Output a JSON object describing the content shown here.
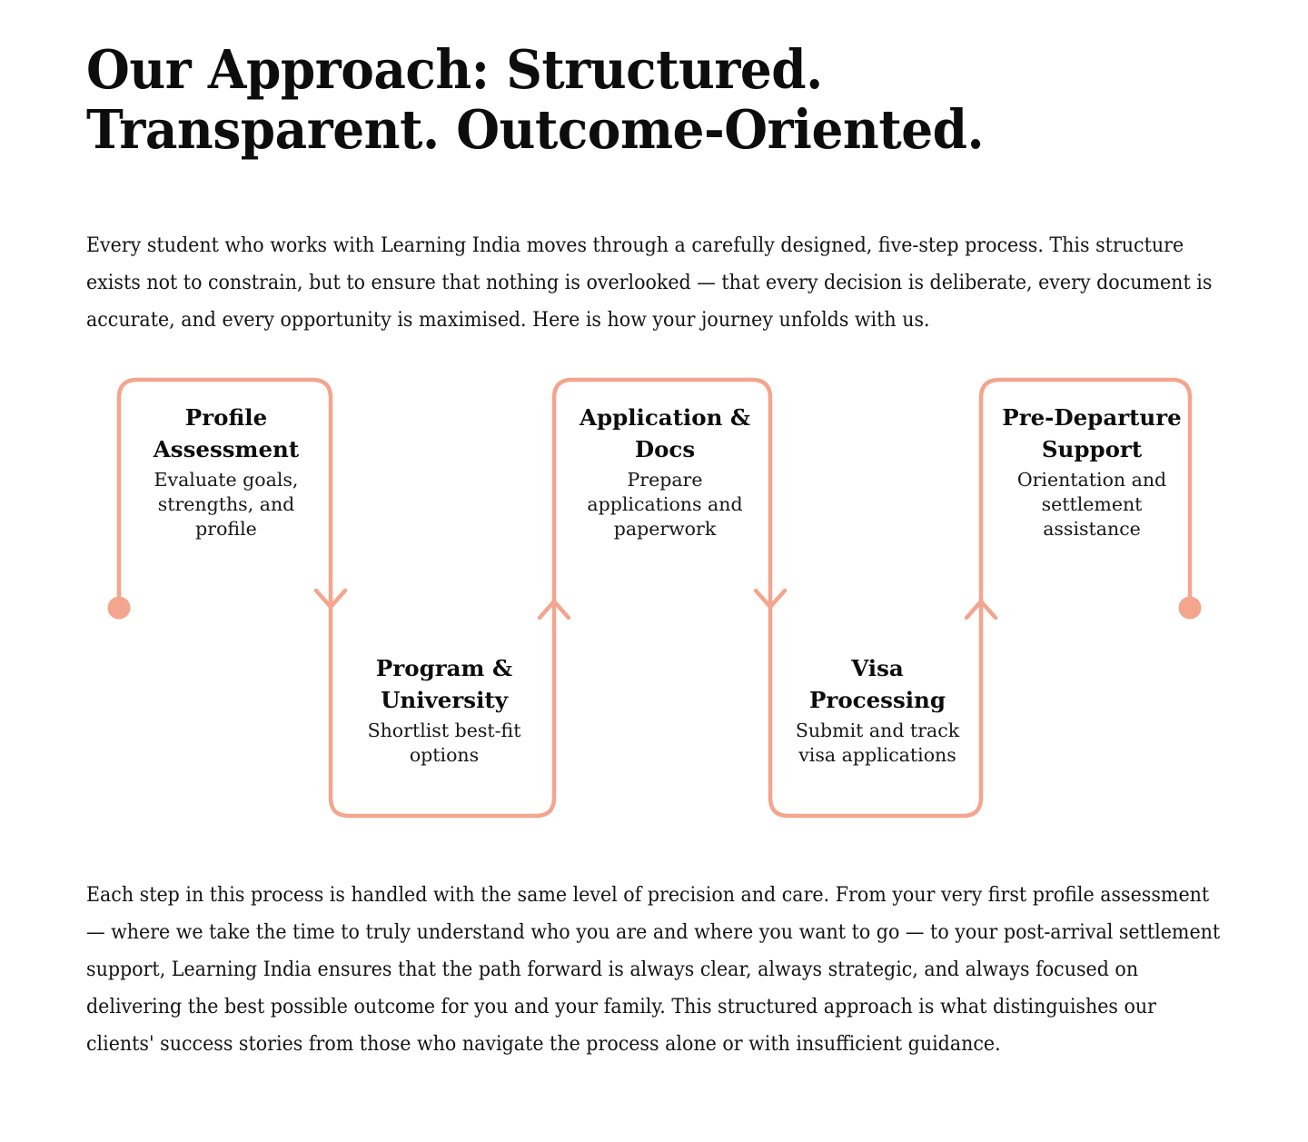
{
  "page": {
    "title": "Our Approach: Structured. Transparent. Outcome-Oriented.",
    "intro_paragraph": "Every student who works with Learning India moves through a carefully designed, five-step process. This structure exists not to constrain, but to ensure that nothing is overlooked — that every decision is deliberate, every document is accurate, and every opportunity is maximised. Here is how your journey unfolds with us.",
    "closing_paragraph": "Each step in this process is handled with the same level of precision and care. From your very first profile assessment — where we take the time to truly understand who you are and where you want to go — to your post-arrival settlement support, Learning India ensures that the path forward is always clear, always strategic, and always focused on delivering the best possible outcome for you and your family. This structured approach is what distinguishes our clients' success stories from those who navigate the process alone or with insufficient guidance."
  },
  "colors": {
    "accent": "#F4A58D",
    "background": "#FFFFFF",
    "text": "#111111"
  },
  "flow": {
    "type": "serpentine-process",
    "step_count": 5,
    "start_marker": "dot",
    "end_marker": "dot",
    "steps": [
      {
        "index": 1,
        "title": "Profile Assessment",
        "description": "Evaluate goals, strengths, and profile",
        "row": "top"
      },
      {
        "index": 2,
        "title": "Program & University",
        "description": "Shortlist best-fit options",
        "row": "bottom"
      },
      {
        "index": 3,
        "title": "Application & Docs",
        "description": "Prepare applications and paperwork",
        "row": "top"
      },
      {
        "index": 4,
        "title": "Visa Processing",
        "description": "Submit and track visa applications",
        "row": "bottom"
      },
      {
        "index": 5,
        "title": "Pre-Departure Support",
        "description": "Orientation and settlement assistance",
        "row": "top"
      }
    ]
  }
}
